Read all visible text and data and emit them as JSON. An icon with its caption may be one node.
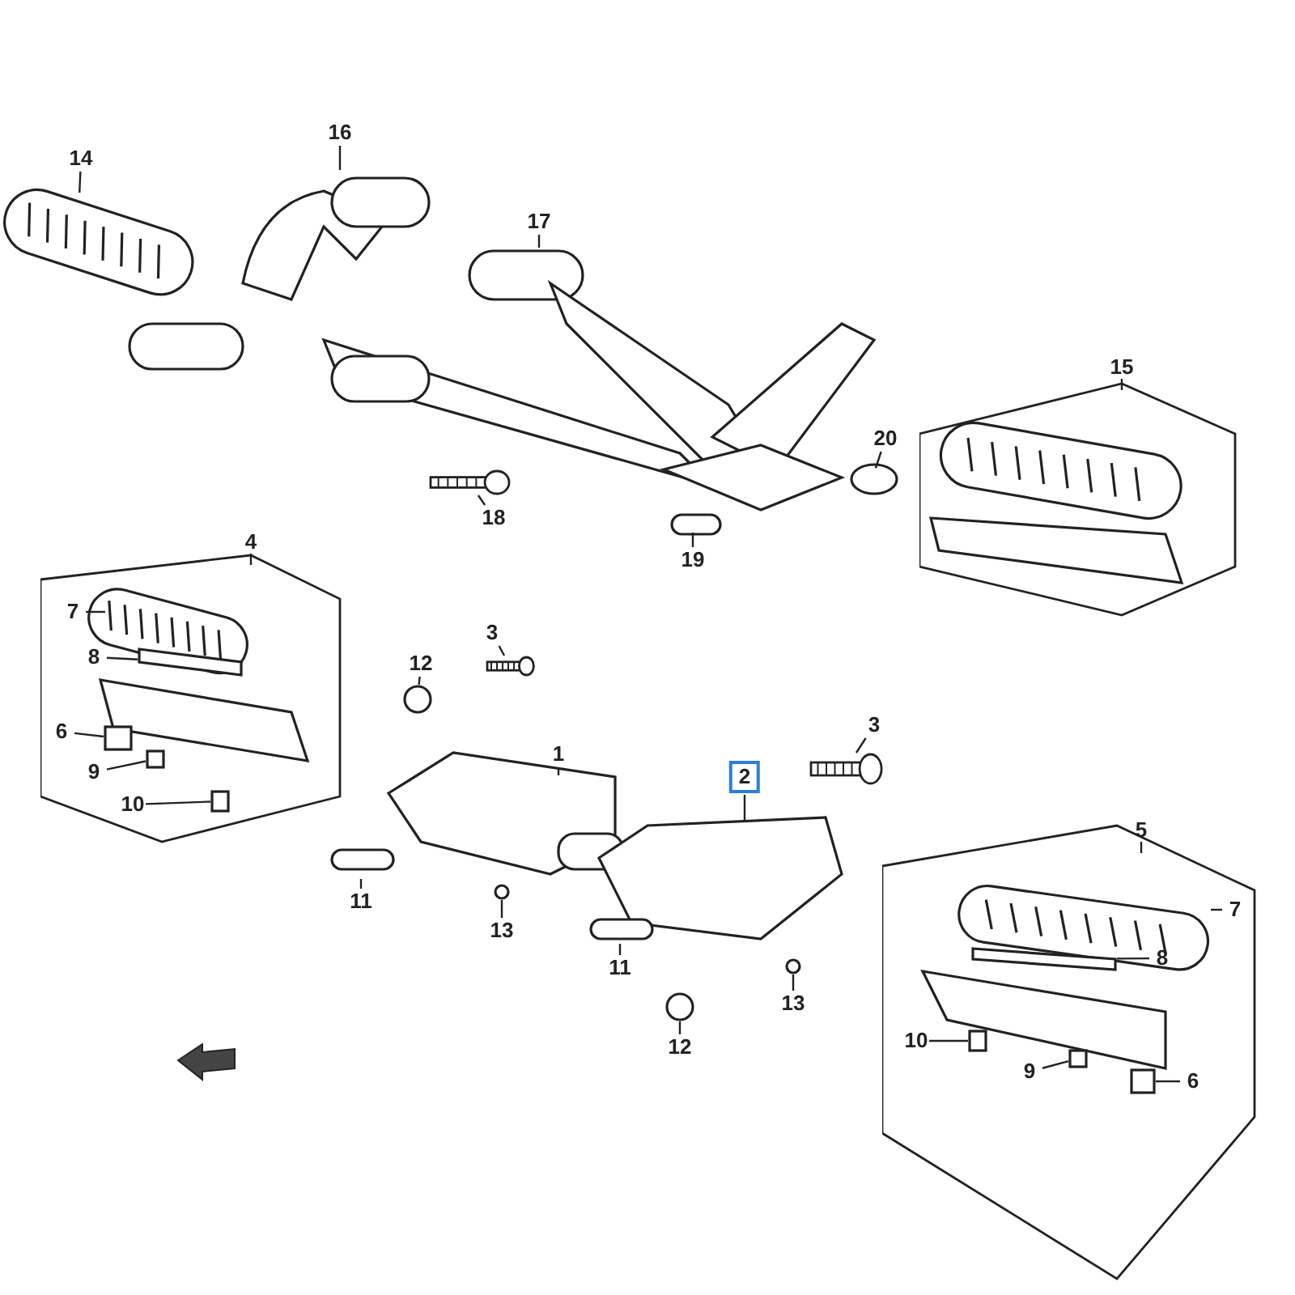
{
  "diagram": {
    "nodes": [
      {
        "text": [
          "14"
        ]
      },
      {
        "text": [
          "16"
        ]
      },
      {
        "text": [
          "17"
        ]
      },
      {
        "text": [
          "15"
        ]
      },
      {
        "text": [
          "20"
        ]
      },
      {
        "text": [
          "18"
        ]
      },
      {
        "text": [
          "19"
        ]
      },
      {
        "text": [
          "4"
        ]
      },
      {
        "text": [
          "7"
        ],
        "in": 7
      },
      {
        "text": [
          "8"
        ],
        "in": 7
      },
      {
        "text": [
          "6"
        ],
        "in": 7
      },
      {
        "text": [
          "9"
        ],
        "in": 7
      },
      {
        "text": [
          "10"
        ],
        "in": 7
      },
      {
        "text": [
          "3"
        ]
      },
      {
        "text": [
          "12"
        ]
      },
      {
        "text": [
          "1"
        ]
      },
      {
        "text": [
          "2"
        ]
      },
      {
        "text": [
          "3"
        ]
      },
      {
        "text": [
          "11"
        ]
      },
      {
        "text": [
          "13"
        ]
      },
      {
        "text": [
          "5"
        ]
      },
      {
        "text": [
          "7"
        ],
        "in": 20
      },
      {
        "text": [
          "8"
        ],
        "in": 20
      },
      {
        "text": [
          "11"
        ]
      },
      {
        "text": [
          "13"
        ]
      },
      {
        "text": [
          "12"
        ]
      },
      {
        "text": [
          "10"
        ],
        "in": 20
      },
      {
        "text": [
          "9"
        ],
        "in": 20
      },
      {
        "text": [
          "6"
        ],
        "in": 20
      },
      {
        "text": [],
        "shape": "box",
        "in": 7
      },
      {
        "text": [],
        "shape": "circle"
      },
      {
        "text": [],
        "shape": "circle"
      },
      {
        "text": [],
        "shape": "circle"
      },
      {
        "text": [],
        "shape": "circle"
      },
      {
        "text": [],
        "shape": "box",
        "in": 20
      },
      {
        "text": [],
        "shape": "box",
        "in": 20
      },
      {
        "text": [],
        "shape": "box",
        "in": 20
      },
      {
        "text": [],
        "shape": "box",
        "in": 7
      },
      {
        "text": [],
        "shape": "box",
        "in": 7
      },
      {
        "text": [],
        "shape": "bar",
        "in": 7
      },
      {
        "text": [],
        "shape": "bar",
        "in": 20
      },
      {
        "text": [],
        "shape": "picture"
      },
      {
        "text": [],
        "shape": "picture"
      },
      {
        "text": [],
        "shape": "picture"
      }
    ],
    "edges": [
      {
        "from": 0,
        "to": null,
        "arrow": "none"
      },
      {
        "from": 1,
        "to": null,
        "arrow": "none"
      },
      {
        "from": 2,
        "to": null,
        "arrow": "none"
      },
      {
        "from": 4,
        "to": null,
        "arrow": "none"
      },
      {
        "from": 5,
        "to": 43,
        "arrow": "none"
      },
      {
        "from": 6,
        "to": null,
        "arrow": "none"
      },
      {
        "from": 8,
        "to": null,
        "arrow": "none"
      },
      {
        "from": 9,
        "to": 39,
        "arrow": "none"
      },
      {
        "from": 10,
        "to": 29,
        "arrow": "none"
      },
      {
        "from": 11,
        "to": 37,
        "arrow": "none"
      },
      {
        "from": 12,
        "to": 38,
        "arrow": "none"
      },
      {
        "from": 13,
        "to": 42,
        "arrow": "none"
      },
      {
        "from": 14,
        "to": 30,
        "arrow": "none"
      },
      {
        "from": 15,
        "to": null,
        "arrow": "none"
      },
      {
        "from": 16,
        "to": null,
        "arrow": "none"
      },
      {
        "from": 17,
        "to": 41,
        "arrow": "none"
      },
      {
        "from": 18,
        "to": null,
        "arrow": "none"
      },
      {
        "from": 19,
        "to": 31,
        "arrow": "none"
      },
      {
        "from": 21,
        "to": null,
        "arrow": "none"
      },
      {
        "from": 22,
        "to": 40,
        "arrow": "none"
      },
      {
        "from": 23,
        "to": null,
        "arrow": "none"
      },
      {
        "from": 24,
        "to": 32,
        "arrow": "none"
      },
      {
        "from": 25,
        "to": 33,
        "arrow": "none"
      },
      {
        "from": 26,
        "to": 34,
        "arrow": "none"
      },
      {
        "from": 27,
        "to": 35,
        "arrow": "none"
      },
      {
        "from": 28,
        "to": 36,
        "arrow": "none"
      }
    ]
  }
}
